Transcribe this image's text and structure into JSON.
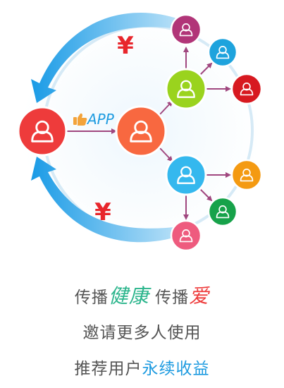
{
  "colors": {
    "arc_blue": "#1ea1e8",
    "circle_line": "#cfe6f5",
    "link_purple": "#a0477f",
    "yen_red": "#e8262c"
  },
  "icons": {
    "user": "user-silhouette-icon",
    "thumb": "thumbs-up-icon"
  },
  "diagram": {
    "app_label": "APP",
    "yen_top": "¥",
    "yen_bottom": "¥",
    "nodes": [
      {
        "id": "source-user",
        "color": "#ee3b3b"
      },
      {
        "id": "app-user",
        "color": "#f86840"
      },
      {
        "id": "green-user",
        "color": "#9ad31e"
      },
      {
        "id": "blue-user",
        "color": "#34b8ee"
      },
      {
        "id": "purple-user",
        "color": "#b13578"
      },
      {
        "id": "cyan-user",
        "color": "#1ea3dd"
      },
      {
        "id": "red-user",
        "color": "#d71920"
      },
      {
        "id": "orange-user",
        "color": "#f49a12"
      },
      {
        "id": "darkgreen-user",
        "color": "#17a24a"
      },
      {
        "id": "pink-user",
        "color": "#ee5b7e"
      }
    ]
  },
  "text": {
    "line1": {
      "a": "传播",
      "b": "健康",
      "c": "传播",
      "d": "爱"
    },
    "line2": "邀请更多人使用",
    "line3": {
      "a": "推荐用户",
      "b": "永续收益"
    }
  }
}
